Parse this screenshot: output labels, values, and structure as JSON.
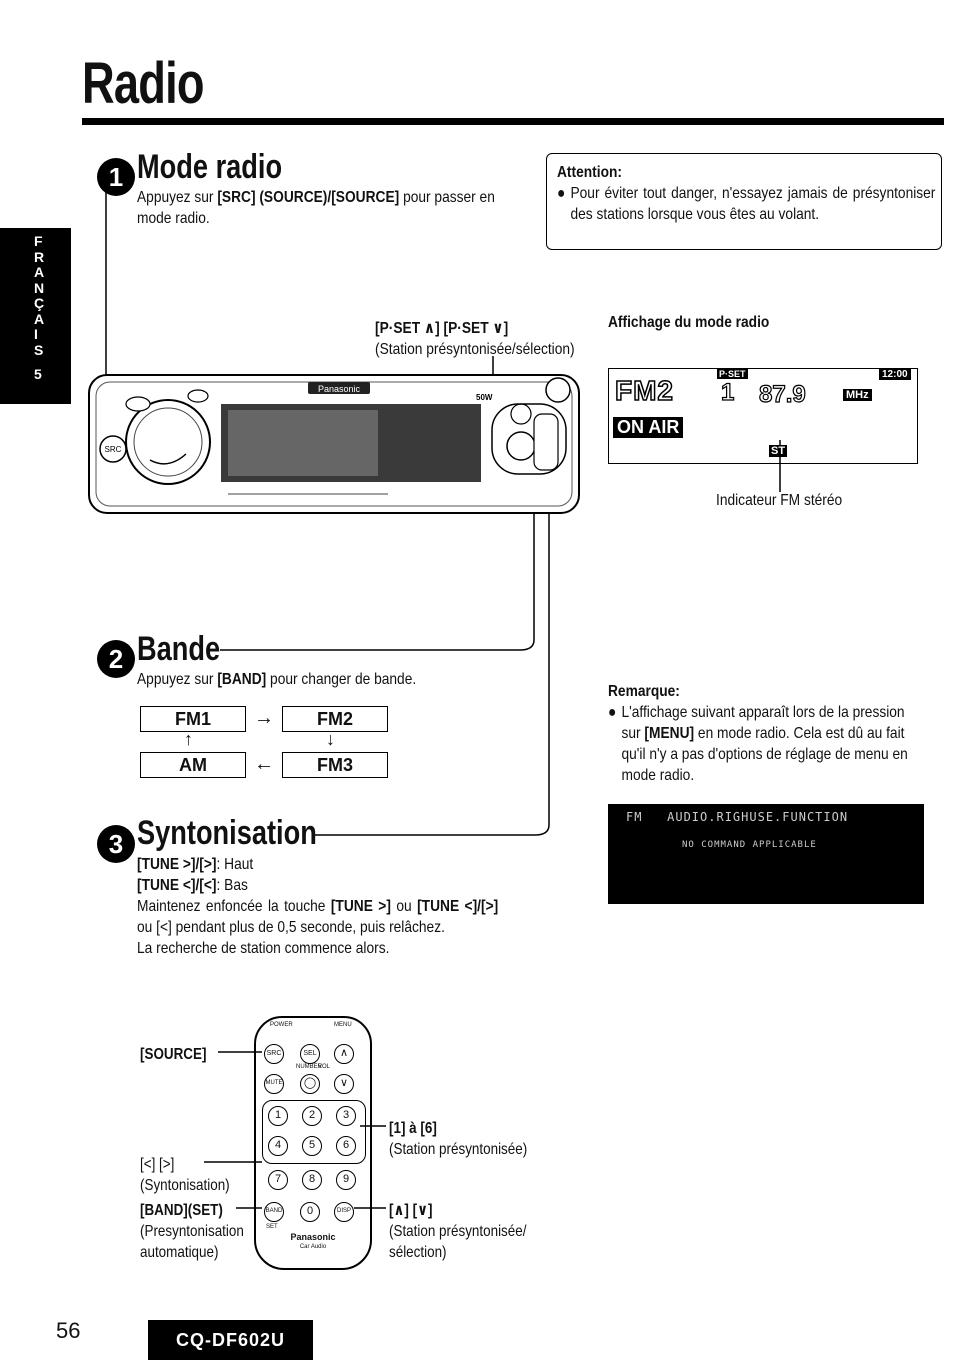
{
  "page": {
    "title": "Radio",
    "side_tab": [
      "F",
      "R",
      "A",
      "N",
      "Ç",
      "A",
      "I",
      "S",
      "5"
    ],
    "page_number": "56",
    "model": "CQ-DF602U"
  },
  "section1": {
    "number": "1",
    "heading": "Mode radio",
    "text_pre": "Appuyez sur ",
    "text_bold": "[SRC] (SOURCE)/[SOURCE]",
    "text_post": " pour passer en mode radio."
  },
  "attention": {
    "title": "Attention:",
    "text": "Pour éviter tout danger, n'essayez jamais de présyntoniser des stations lorsque vous êtes au volant."
  },
  "head_unit": {
    "pset_label": "[P·SET ∧] [P·SET ∨]",
    "pset_caption": "(Station présyntonisée/sélection)",
    "brand": "Panasonic",
    "src_label": "SRC"
  },
  "display": {
    "title": "Affichage du mode radio",
    "band": "FM2",
    "preset": "1",
    "pset_badge": "P·SET",
    "freq": "87.9",
    "unit": "MHz",
    "clock": "12:00",
    "onair": "ON AIR",
    "st": "ST",
    "stereo_caption": "Indicateur FM stéréo"
  },
  "section2": {
    "number": "2",
    "heading": "Bande",
    "text_pre": "Appuyez sur ",
    "text_bold": "[BAND]",
    "text_post": " pour changer de bande.",
    "bands": {
      "fm1": "FM1",
      "fm2": "FM2",
      "fm3": "FM3",
      "am": "AM"
    }
  },
  "remark": {
    "title": "Remarque:",
    "text_pre": "L'affichage suivant apparaît lors de la pression sur ",
    "text_bold": "[MENU]",
    "text_post": " en mode radio. Cela est dû au fait qu'il n'y a pas d'options de réglage de menu en mode radio.",
    "screen_line1": "FM   AUDIO.RIGHUSE.FUNCTION",
    "screen_line2": "NO COMMAND APPLICABLE"
  },
  "section3": {
    "number": "3",
    "heading": "Syntonisation",
    "line1_bold": "[TUNE >]/[>]",
    "line1_rest": ": Haut",
    "line2_bold": "[TUNE <]/[<]",
    "line2_rest": ": Bas",
    "line3_a": "Maintenez enfoncée la touche ",
    "line3_b": "[TUNE >]",
    "line3_c": " ou ",
    "line3_d": "[TUNE <]/[>]",
    "line3_e": " ou [<] pendant plus de 0,5 seconde, puis relâchez.",
    "line4": "La recherche de station commence alors."
  },
  "remote": {
    "source": "[SOURCE]",
    "tune": "[<] [>]",
    "tune_caption": "(Syntonisation)",
    "band": "[BAND](SET)",
    "band_caption1": "(Presyntonisation",
    "band_caption2": "automatique)",
    "presets": "[1] à [6]",
    "presets_caption": "(Station présyntonisée)",
    "updown": "[∧] [∨]",
    "updown_caption1": "(Station présyntonisée/",
    "updown_caption2": "sélection)",
    "brand": "Panasonic",
    "sub_brand": "Car Audio",
    "btn_labels": [
      "1",
      "2",
      "3",
      "4",
      "5",
      "6",
      "7",
      "8",
      "9",
      "0"
    ],
    "top_labels": {
      "power": "POWER",
      "menu": "MENU",
      "number": "NUMBER",
      "vol": "VOL",
      "mute": "MUTE",
      "src": "SRC",
      "sel": "SEL",
      "band": "BAND",
      "disp": "DISP",
      "set": "SET"
    }
  }
}
